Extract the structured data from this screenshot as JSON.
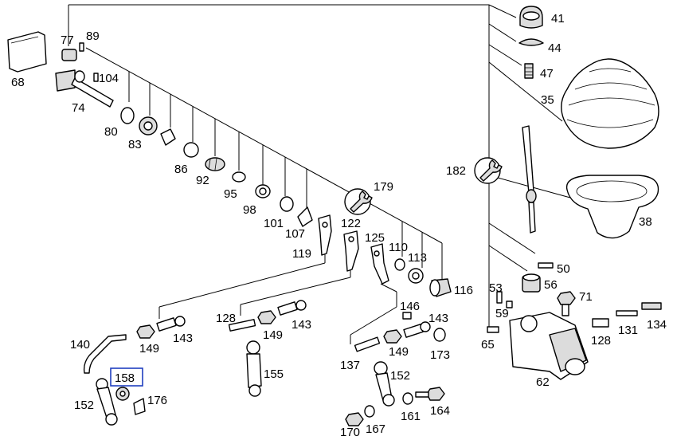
{
  "diagram": {
    "highlight_color": "#1f3fbf",
    "highlighted_label": "158",
    "labels": {
      "l41": "41",
      "l44": "44",
      "l47": "47",
      "l35": "35",
      "l38": "38",
      "l68": "68",
      "l77": "77",
      "l89": "89",
      "l104": "104",
      "l74": "74",
      "l80": "80",
      "l83": "83",
      "l86": "86",
      "l92": "92",
      "l95": "95",
      "l98": "98",
      "l101": "101",
      "l107": "107",
      "l119": "119",
      "l122": "122",
      "l179": "179",
      "l125": "125",
      "l110": "110",
      "l113": "113",
      "l116": "116",
      "l182": "182",
      "l50": "50",
      "l56": "56",
      "l53": "53",
      "l59": "59",
      "l71": "71",
      "l65": "65",
      "l62": "62",
      "l128a": "128",
      "l131": "131",
      "l134": "134",
      "l146": "146",
      "l143a": "143",
      "l143b": "143",
      "l143c": "143",
      "l173": "173",
      "l137": "137",
      "l149a": "149",
      "l149b": "149",
      "l149c": "149",
      "l140": "140",
      "l128b": "128",
      "l155": "155",
      "l152a": "152",
      "l152b": "152",
      "l158": "158",
      "l176": "176",
      "l161": "161",
      "l164": "164",
      "l170": "170",
      "l167": "167"
    },
    "icons": {
      "wrench_a": "wrench-icon",
      "wrench_b": "wrench-icon"
    }
  }
}
